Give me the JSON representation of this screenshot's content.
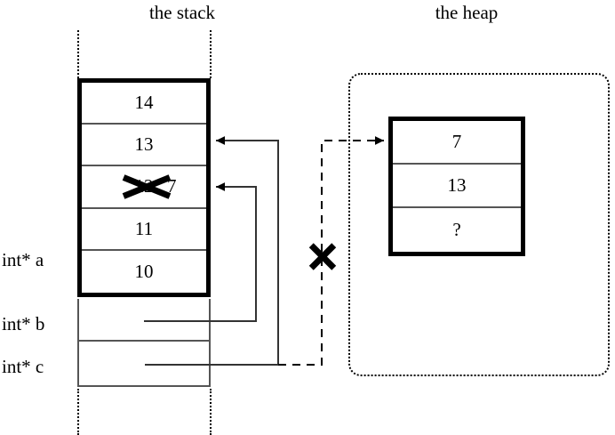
{
  "titles": {
    "stack": "the stack",
    "heap": "the heap"
  },
  "stack": {
    "array_cells": [
      {
        "value": "14"
      },
      {
        "value": "13"
      },
      {
        "value": "12",
        "struck": true,
        "replacement": "7"
      },
      {
        "value": "11"
      },
      {
        "value": "10"
      }
    ],
    "variables": [
      {
        "label": "int* a",
        "kind": "array-base"
      },
      {
        "label": "int* b",
        "kind": "pointer"
      },
      {
        "label": "int* c",
        "kind": "pointer"
      }
    ],
    "struck_old_value": "12",
    "struck_new_value": "7"
  },
  "heap": {
    "block_cells": [
      {
        "value": "7"
      },
      {
        "value": "13"
      },
      {
        "value": "?"
      }
    ]
  },
  "annotations": {
    "dangling_pointer_marker": "X",
    "struck_value_marker": "X"
  },
  "colors": {
    "ink": "#000000",
    "background": "#ffffff",
    "thin_rule": "#555555"
  }
}
